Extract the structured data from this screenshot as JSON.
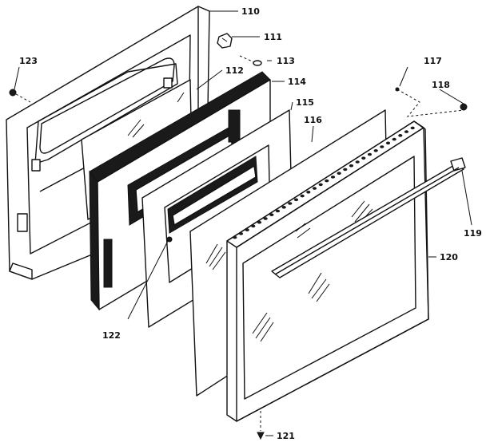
{
  "diagram": {
    "part_labels": {
      "p110": "110",
      "p111": "111",
      "p112": "112",
      "p113": "113",
      "p114": "114",
      "p115": "115",
      "p116": "116",
      "p117": "117",
      "p118": "118",
      "p119": "119",
      "p120": "120",
      "p121": "121",
      "p122": "122",
      "p123": "123"
    }
  }
}
